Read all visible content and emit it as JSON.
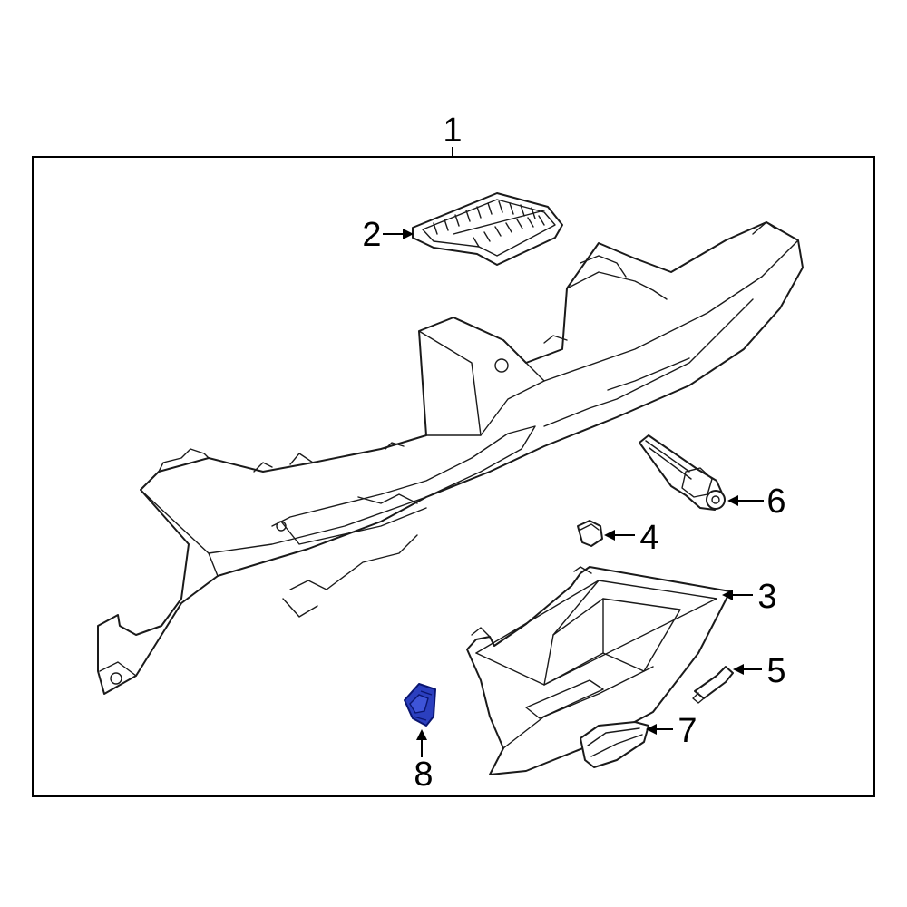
{
  "callouts": [
    {
      "id": "1",
      "label": "1"
    },
    {
      "id": "2",
      "label": "2"
    },
    {
      "id": "3",
      "label": "3"
    },
    {
      "id": "4",
      "label": "4"
    },
    {
      "id": "5",
      "label": "5"
    },
    {
      "id": "6",
      "label": "6"
    },
    {
      "id": "7",
      "label": "7"
    },
    {
      "id": "8",
      "label": "8"
    }
  ],
  "colors": {
    "line": "#1a1a1a",
    "highlight_fill": "#2b3fbf",
    "highlight_stroke": "#0a1570"
  },
  "highlighted_part": "8"
}
